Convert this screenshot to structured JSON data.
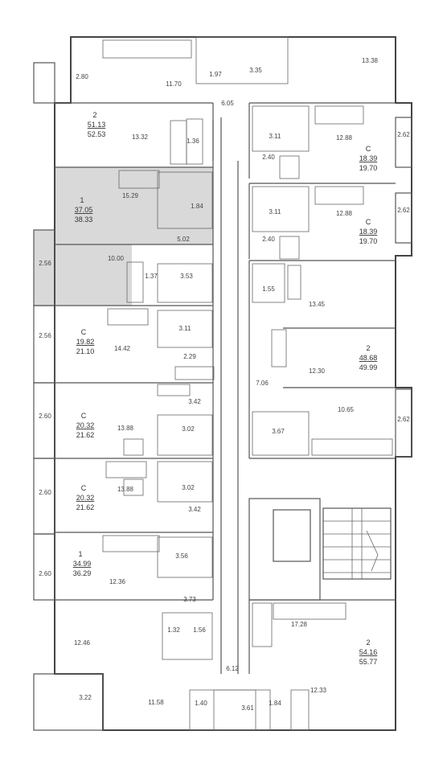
{
  "colors": {
    "highlight": "#d9d9d9",
    "wall": "#555555"
  },
  "apartments": [
    {
      "id": "apt-2-a",
      "rooms": "2",
      "area_living": "51.13",
      "area_total": "52.53"
    },
    {
      "id": "apt-1-a",
      "rooms": "1",
      "area_living": "37.05",
      "area_total": "38.33"
    },
    {
      "id": "apt-c-a",
      "rooms": "С",
      "area_living": "19.82",
      "area_total": "21.10"
    },
    {
      "id": "apt-c-b",
      "rooms": "С",
      "area_living": "20.32",
      "area_total": "21.62"
    },
    {
      "id": "apt-c-c",
      "rooms": "С",
      "area_living": "20.32",
      "area_total": "21.62"
    },
    {
      "id": "apt-1-b",
      "rooms": "1",
      "area_living": "34.99",
      "area_total": "36.29"
    },
    {
      "id": "apt-c-d",
      "rooms": "С",
      "area_living": "18.39",
      "area_total": "19.70"
    },
    {
      "id": "apt-c-e",
      "rooms": "С",
      "area_living": "18.39",
      "area_total": "19.70"
    },
    {
      "id": "apt-2-b",
      "rooms": "2",
      "area_living": "48.68",
      "area_total": "49.99"
    },
    {
      "id": "apt-2-c",
      "rooms": "2",
      "area_living": "54.16",
      "area_total": "55.77"
    }
  ],
  "room_areas": {
    "r1": "2.80",
    "r2": "11.70",
    "r3": "1.97",
    "r4": "3.35",
    "r5": "13.38",
    "r6": "6.05",
    "r7": "13.32",
    "r8": "1.36",
    "r9": "15.29",
    "r10": "1.84",
    "r11": "5.02",
    "r12": "2.56",
    "r13": "10.00",
    "r14": "1.37",
    "r15": "3.53",
    "r16": "2.56",
    "r17": "14.42",
    "r18": "3.11",
    "r19": "2.29",
    "r20": "3.42",
    "r21": "2.60",
    "r22": "13.88",
    "r23": "3.02",
    "r24": "2.60",
    "r25": "13.88",
    "r26": "3.02",
    "r27": "3.42",
    "r28": "3.56",
    "r29": "2.60",
    "r30": "12.36",
    "r31": "3.73",
    "r32": "12.46",
    "r33": "1.32",
    "r34": "1.56",
    "r35": "6.12",
    "r36": "3.22",
    "r37": "11.58",
    "r38": "1.40",
    "r39": "3.61",
    "r40": "1.84",
    "r41": "12.33",
    "r42": "3.11",
    "r43": "12.88",
    "r44": "2.62",
    "r45": "2.40",
    "r46": "3.11",
    "r47": "12.88",
    "r48": "2.62",
    "r49": "2.40",
    "r50": "1.55",
    "r51": "13.45",
    "r52": "12.30",
    "r53": "7.06",
    "r54": "10.65",
    "r55": "3.67",
    "r56": "2.62",
    "r57": "17.28"
  }
}
